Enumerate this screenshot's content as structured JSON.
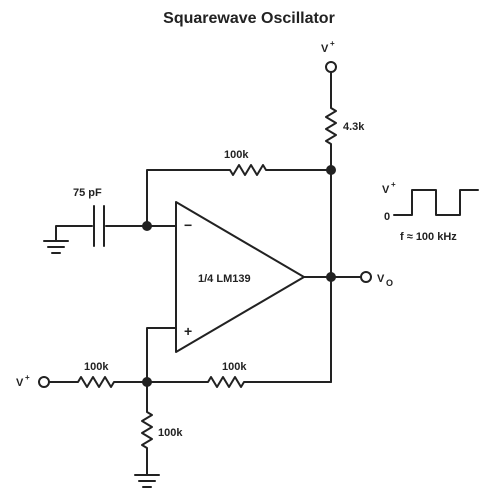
{
  "title": "Squarewave Oscillator",
  "labels": {
    "vplus_top": "V",
    "vplus_left": "V",
    "vplus_wave": "V",
    "plus_sup": "+",
    "r_pullup": "4.3k",
    "r_feedback_neg": "100k",
    "r_feedback_pos": "100k",
    "r_input": "100k",
    "r_ground": "100k",
    "capacitor": "75 pF",
    "opamp": "1/4 LM139",
    "minus_sign": "−",
    "plus_sign": "+",
    "vout": "V",
    "vout_sub": "O",
    "wave_zero": "0",
    "frequency": "f ≈ 100 kHz"
  }
}
